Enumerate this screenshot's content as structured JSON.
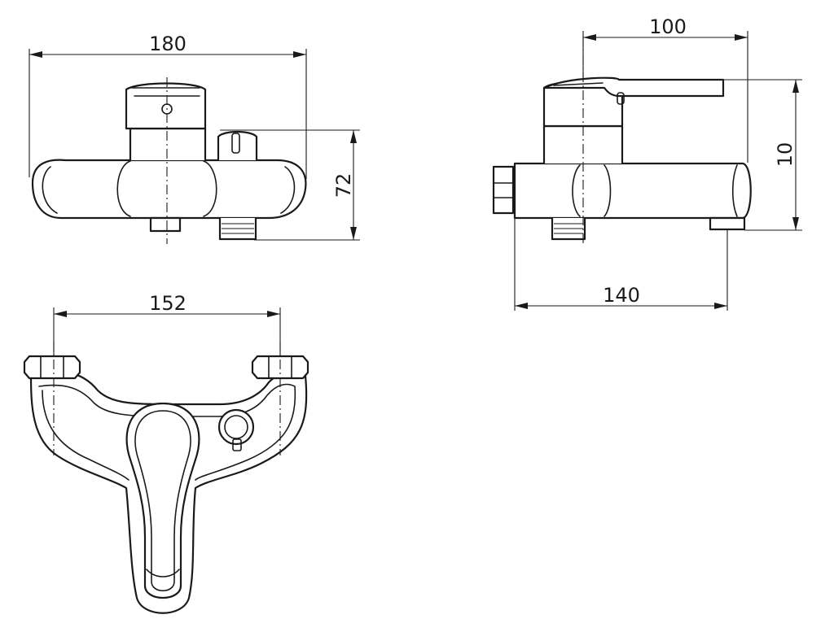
{
  "dimensions": {
    "front_width": "180",
    "front_height": "72",
    "top_width": "152",
    "side_depth": "100",
    "side_height": "10",
    "side_length": "140"
  }
}
